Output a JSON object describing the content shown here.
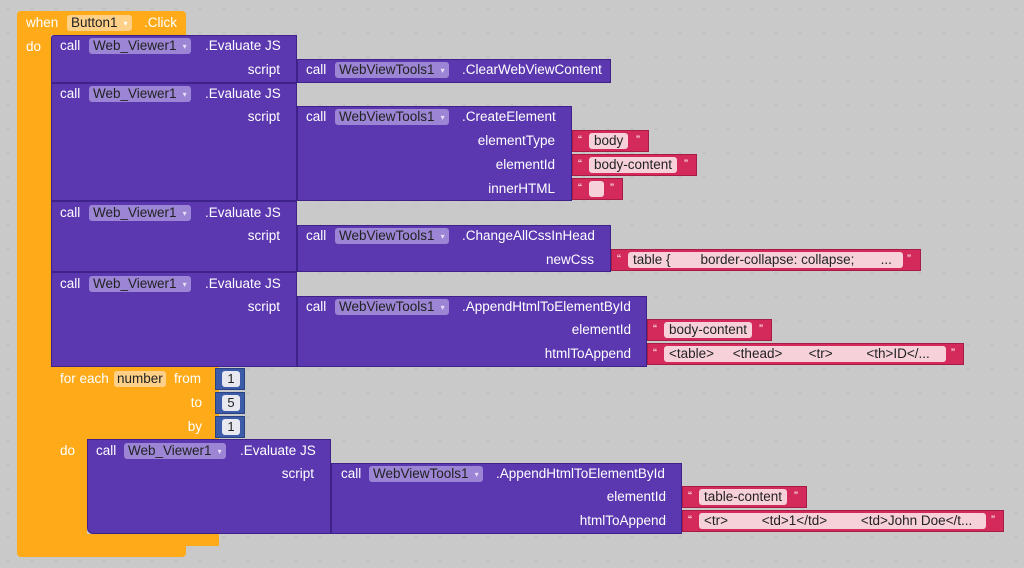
{
  "event": {
    "when": "when",
    "component": "Button1",
    "event_name": ".Click",
    "do": "do"
  },
  "blocks": [
    {
      "call": "call",
      "component": "Web_Viewer1",
      "method": ".Evaluate JS",
      "param": "script",
      "inner": {
        "call": "call",
        "component": "WebViewTools1",
        "method": ".ClearWebViewContent"
      }
    },
    {
      "call": "call",
      "component": "Web_Viewer1",
      "method": ".Evaluate JS",
      "param": "script",
      "inner": {
        "call": "call",
        "component": "WebViewTools1",
        "method": ".CreateElement",
        "params": [
          {
            "name": "elementType",
            "value": "body"
          },
          {
            "name": "elementId",
            "value": "body-content"
          },
          {
            "name": "innerHTML",
            "value": ""
          }
        ]
      }
    },
    {
      "call": "call",
      "component": "Web_Viewer1",
      "method": ".Evaluate JS",
      "param": "script",
      "inner": {
        "call": "call",
        "component": "WebViewTools1",
        "method": ".ChangeAllCssInHead",
        "params": [
          {
            "name": "newCss",
            "value": "table {        border-collapse: collapse;       ..."
          }
        ]
      }
    },
    {
      "call": "call",
      "component": "Web_Viewer1",
      "method": ".Evaluate JS",
      "param": "script",
      "inner": {
        "call": "call",
        "component": "WebViewTools1",
        "method": ".AppendHtmlToElementById",
        "params": [
          {
            "name": "elementId",
            "value": "body-content"
          },
          {
            "name": "htmlToAppend",
            "value": "<table>     <thead>       <tr>         <th>ID</..."
          }
        ]
      }
    }
  ],
  "loop": {
    "label": "for each",
    "var": "number",
    "from_label": "from",
    "from": "1",
    "to_label": "to",
    "to": "5",
    "by_label": "by",
    "by": "1",
    "do": "do",
    "body": {
      "call": "call",
      "component": "Web_Viewer1",
      "method": ".Evaluate JS",
      "param": "script",
      "inner": {
        "call": "call",
        "component": "WebViewTools1",
        "method": ".AppendHtmlToElementById",
        "params": [
          {
            "name": "elementId",
            "value": "table-content"
          },
          {
            "name": "htmlToAppend",
            "value": "<tr>         <td>1</td>         <td>John Doe</t..."
          }
        ]
      }
    }
  },
  "quote_open": "“",
  "quote_close": "”",
  "dropdown_arrow": "▾",
  "colors": {
    "control": "#ffab19",
    "component_call": "#5b37b0",
    "text": "#d42a5b",
    "math": "#3c5ba8"
  }
}
